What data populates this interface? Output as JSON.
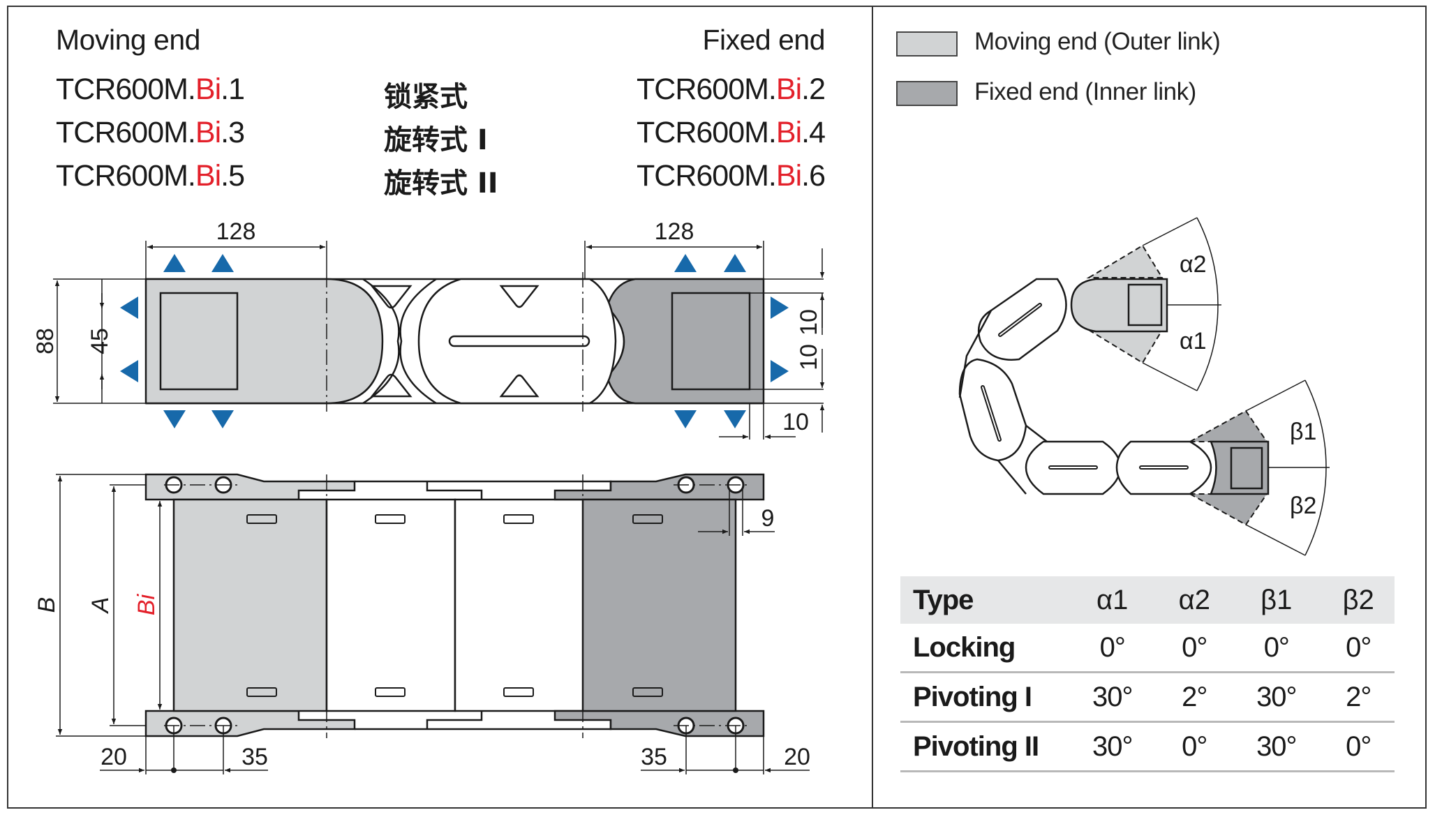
{
  "header": {
    "moving_end": "Moving end",
    "fixed_end": "Fixed end"
  },
  "models": [
    {
      "moving": {
        "prefix": "TCR600M.",
        "var": "Bi",
        "suffix": ".1"
      },
      "type_cn": "锁紧式",
      "fixed": {
        "prefix": "TCR600M.",
        "var": "Bi",
        "suffix": ".2"
      }
    },
    {
      "moving": {
        "prefix": "TCR600M.",
        "var": "Bi",
        "suffix": ".3"
      },
      "type_cn": "旋转式 I",
      "fixed": {
        "prefix": "TCR600M.",
        "var": "Bi",
        "suffix": ".4"
      }
    },
    {
      "moving": {
        "prefix": "TCR600M.",
        "var": "Bi",
        "suffix": ".5"
      },
      "type_cn": "旋转式 II",
      "fixed": {
        "prefix": "TCR600M.",
        "var": "Bi",
        "suffix": ".6"
      }
    }
  ],
  "legend": [
    {
      "label": "Moving end (Outer link)",
      "color": "#d1d3d4"
    },
    {
      "label": "Fixed end (Inner link)",
      "color": "#a7a9ac"
    }
  ],
  "colors": {
    "moving_fill": "#d1d3d4",
    "fixed_fill": "#a7a9ac",
    "arrow_blue": "#1769aa",
    "accent_red": "#e3202a",
    "line": "#1a1a1a"
  },
  "top_view": {
    "dims": {
      "moving_length": "128",
      "fixed_length": "128",
      "height_total": "88",
      "height_inner": "45",
      "offset_right_1": "10",
      "offset_right_2": "10",
      "offset_bottom": "10"
    }
  },
  "bottom_view": {
    "dims": {
      "B": "B",
      "A": "A",
      "Bi": "Bi",
      "left_edge": "20",
      "left_spacing": "35",
      "right_spacing": "35",
      "right_edge": "20",
      "hole": "9"
    }
  },
  "chain_view": {
    "labels": {
      "a1": "α1",
      "a2": "α2",
      "b1": "β1",
      "b2": "β2"
    }
  },
  "angles_table": {
    "headers": [
      "Type",
      "α1",
      "α2",
      "β1",
      "β2"
    ],
    "rows": [
      {
        "type": "Locking",
        "values": [
          "0°",
          "0°",
          "0°",
          "0°"
        ]
      },
      {
        "type": "Pivoting I",
        "values": [
          "30°",
          "2°",
          "30°",
          "2°"
        ]
      },
      {
        "type": "Pivoting II",
        "values": [
          "30°",
          "0°",
          "30°",
          "0°"
        ]
      }
    ]
  }
}
